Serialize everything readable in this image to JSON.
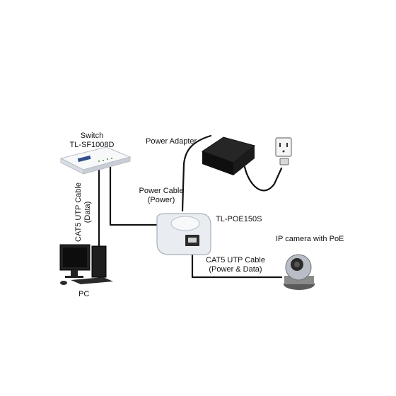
{
  "switch": {
    "line1": "Switch",
    "line2": "TL-SF1008D"
  },
  "adapter": {
    "label": "Power Adapter"
  },
  "power_cable": {
    "line1": "Power Cable",
    "line2": "(Power)"
  },
  "poe_injector": {
    "label": "TL-POE150S"
  },
  "cat5_data": {
    "line1": "CAT5 UTP Cable",
    "line2": "(Data)"
  },
  "cat5_power_data": {
    "line1": "CAT5 UTP Cable",
    "line2": "(Power & Data)"
  },
  "camera": {
    "label": "IP camera with PoE"
  },
  "pc": {
    "label": "PC"
  },
  "colors": {
    "cable": "#111111",
    "device_body": "#e9edf2",
    "adapter_body": "#1a1a1a"
  }
}
